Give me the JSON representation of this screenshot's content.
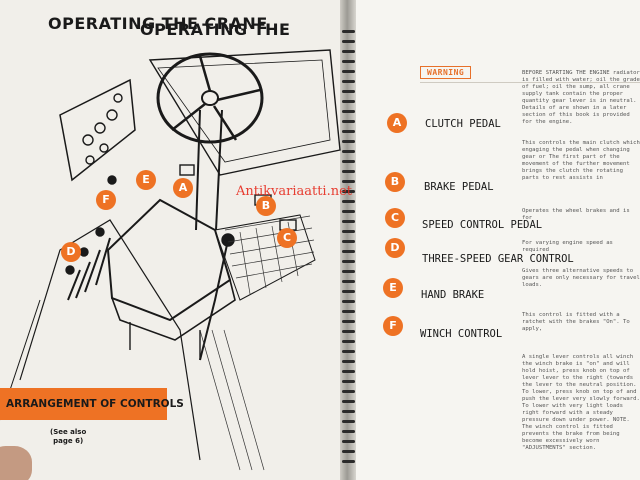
{
  "left_page": {
    "title": "OPERATING THE CRANE",
    "banner": "ARRANGEMENT OF CONTROLS",
    "see_also_line1": "(See also",
    "see_also_line2": "page 6)",
    "diagram_labels": [
      "A",
      "B",
      "C",
      "D",
      "E",
      "F"
    ]
  },
  "right_page": {
    "title": "OPERATING THE",
    "warning": "WARNING",
    "warning_text": "BEFORE STARTING THE ENGINE radiator is filled with water; oil the grade of fuel; oil the sump, all crane supply tank contain the proper quantity gear lever is in neutral. Details of are shown in a later section of this book is provided for the engine.",
    "controls": [
      {
        "letter": "A",
        "label": "CLUTCH PEDAL",
        "text": "This controls the main clutch which engaging the pedal when changing gear or The first part of the movement of the further movement brings the clutch the rotating parts to rest assists in"
      },
      {
        "letter": "B",
        "label": "BRAKE PEDAL",
        "text": "Operates the wheel brakes and is for"
      },
      {
        "letter": "C",
        "label": "SPEED CONTROL PEDAL",
        "text": "For varying engine speed as required"
      },
      {
        "letter": "D",
        "label": "THREE-SPEED GEAR CONTROL",
        "text": "Gives three alternative speeds to gears are only necessary for travel loads."
      },
      {
        "letter": "E",
        "label": "HAND BRAKE",
        "text": "This control is fitted with a ratchet with the brakes \"On\". To apply,"
      },
      {
        "letter": "F",
        "label": "WINCH CONTROL",
        "text": "A single lever controls all winch the winch brake is \"on\" and will hold hoist, press knob on top of lever lever to the right (towards the lever to the neutral position. To lower, press knob on top of and push the lever very slowly forward. To lower with very light loads right forward with a steady pressure down under power. NOTE. The winch control is fitted prevents the brake from being become excessively worn \"ADJUSTMENTS\" section."
      }
    ]
  },
  "watermark": "Antikvariaatti.net",
  "colors": {
    "accent": "#ee7224",
    "watermark": "#e62a1d",
    "paper": "#f1efea"
  }
}
